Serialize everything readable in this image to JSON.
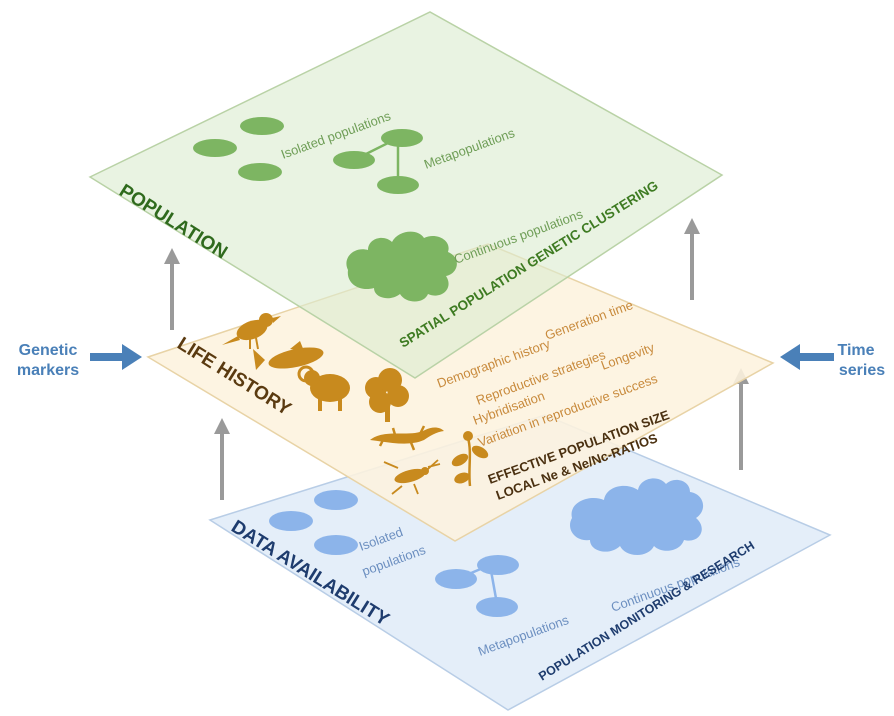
{
  "side_labels": {
    "left_line1": "Genetic",
    "left_line2": "markers",
    "right_line1": "Time",
    "right_line2": "series"
  },
  "population_layer": {
    "title": "POPULATION",
    "isolated": "Isolated populations",
    "metapopulations": "Metapopulations",
    "continuous": "Continuous populations",
    "subtitle": "SPATIAL POPULATION GENETIC CLUSTERING",
    "color": "#e6f0df"
  },
  "life_history_layer": {
    "title": "LIFE HISTORY",
    "items": [
      "Demographic history",
      "Generation time",
      "Reproductive strategies",
      "Hybridisation",
      "Longevity",
      "Variation in reproductive success"
    ],
    "effective_line1": "EFFECTIVE POPULATION SIZE",
    "effective_line2": "LOCAL Ne & Ne/Nc-RATIOS",
    "color": "#fdf3de"
  },
  "data_layer": {
    "title": "DATA AVAILABILITY",
    "isolated_line1": "Isolated",
    "isolated_line2": "populations",
    "metapopulations": "Metapopulations",
    "continuous": "Continuous populations",
    "subtitle": "POPULATION MONITORING & RESEARCH",
    "color": "#e4eef9"
  },
  "icons": [
    "bird-icon",
    "fish-icon",
    "ram-icon",
    "tree-icon",
    "salamander-icon",
    "insect-icon",
    "plant-icon"
  ]
}
